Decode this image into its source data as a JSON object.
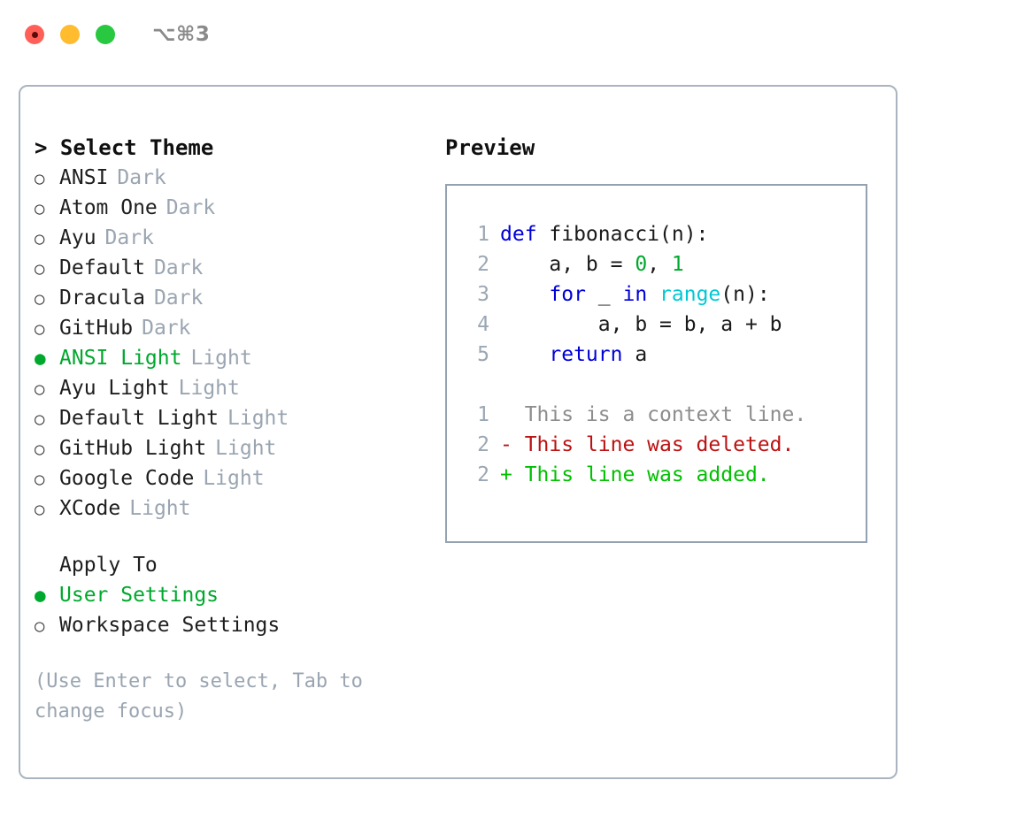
{
  "titlebar": {
    "shortcut": "⌥⌘3",
    "buttons": [
      {
        "name": "close",
        "color": "#ff5f57"
      },
      {
        "name": "minimize",
        "color": "#febc2e"
      },
      {
        "name": "zoom",
        "color": "#28c840"
      }
    ]
  },
  "left": {
    "heading": "> Select Theme",
    "themes": [
      {
        "marker": "○",
        "name": "ANSI",
        "tag": "Dark",
        "selected": false
      },
      {
        "marker": "○",
        "name": "Atom One",
        "tag": "Dark",
        "selected": false
      },
      {
        "marker": "○",
        "name": "Ayu",
        "tag": "Dark",
        "selected": false
      },
      {
        "marker": "○",
        "name": "Default",
        "tag": "Dark",
        "selected": false
      },
      {
        "marker": "○",
        "name": "Dracula",
        "tag": "Dark",
        "selected": false
      },
      {
        "marker": "○",
        "name": "GitHub",
        "tag": "Dark",
        "selected": false
      },
      {
        "marker": "●",
        "name": "ANSI Light",
        "tag": "Light",
        "selected": true
      },
      {
        "marker": "○",
        "name": "Ayu Light",
        "tag": "Light",
        "selected": false
      },
      {
        "marker": "○",
        "name": "Default Light",
        "tag": "Light",
        "selected": false
      },
      {
        "marker": "○",
        "name": "GitHub Light",
        "tag": "Light",
        "selected": false
      },
      {
        "marker": "○",
        "name": "Google Code",
        "tag": "Light",
        "selected": false
      },
      {
        "marker": "○",
        "name": "XCode",
        "tag": "Light",
        "selected": false
      }
    ],
    "apply_to_heading": "Apply To",
    "apply_to": [
      {
        "marker": "●",
        "name": "User Settings",
        "selected": true
      },
      {
        "marker": "○",
        "name": "Workspace Settings",
        "selected": false
      }
    ],
    "hint": "(Use Enter to select, Tab to change focus)"
  },
  "preview": {
    "title": "Preview",
    "code_lines": [
      {
        "no": "1",
        "tokens": [
          {
            "t": "def",
            "c": "kw"
          },
          {
            "t": " fibonacci(n):",
            "c": "plain"
          }
        ]
      },
      {
        "no": "2",
        "tokens": [
          {
            "t": "    a, b = ",
            "c": "plain"
          },
          {
            "t": "0",
            "c": "num"
          },
          {
            "t": ", ",
            "c": "plain"
          },
          {
            "t": "1",
            "c": "num"
          }
        ]
      },
      {
        "no": "3",
        "tokens": [
          {
            "t": "    ",
            "c": "plain"
          },
          {
            "t": "for",
            "c": "kw"
          },
          {
            "t": " _ ",
            "c": "plain"
          },
          {
            "t": "in",
            "c": "kw"
          },
          {
            "t": " ",
            "c": "plain"
          },
          {
            "t": "range",
            "c": "fn"
          },
          {
            "t": "(n):",
            "c": "plain"
          }
        ]
      },
      {
        "no": "4",
        "tokens": [
          {
            "t": "        a, b = b, a + b",
            "c": "plain"
          }
        ]
      },
      {
        "no": "5",
        "tokens": [
          {
            "t": "    ",
            "c": "plain"
          },
          {
            "t": "return",
            "c": "kw"
          },
          {
            "t": " a",
            "c": "plain"
          }
        ]
      }
    ],
    "diff_lines": [
      {
        "no": "1",
        "text": "  This is a context line.",
        "kind": "ctx"
      },
      {
        "no": "2",
        "text": "- This line was deleted.",
        "kind": "del"
      },
      {
        "no": "2",
        "text": "+ This line was added.",
        "kind": "add"
      }
    ]
  },
  "colors": {
    "accent_green": "#00a82d",
    "keyword_blue": "#0000d8",
    "builtin_cyan": "#00c8d4",
    "number_green": "#00a82d",
    "diff_deleted": "#bb1212",
    "diff_added": "#00c000",
    "muted_gray": "#9aa5b1",
    "panel_border": "#a9b4c0"
  }
}
